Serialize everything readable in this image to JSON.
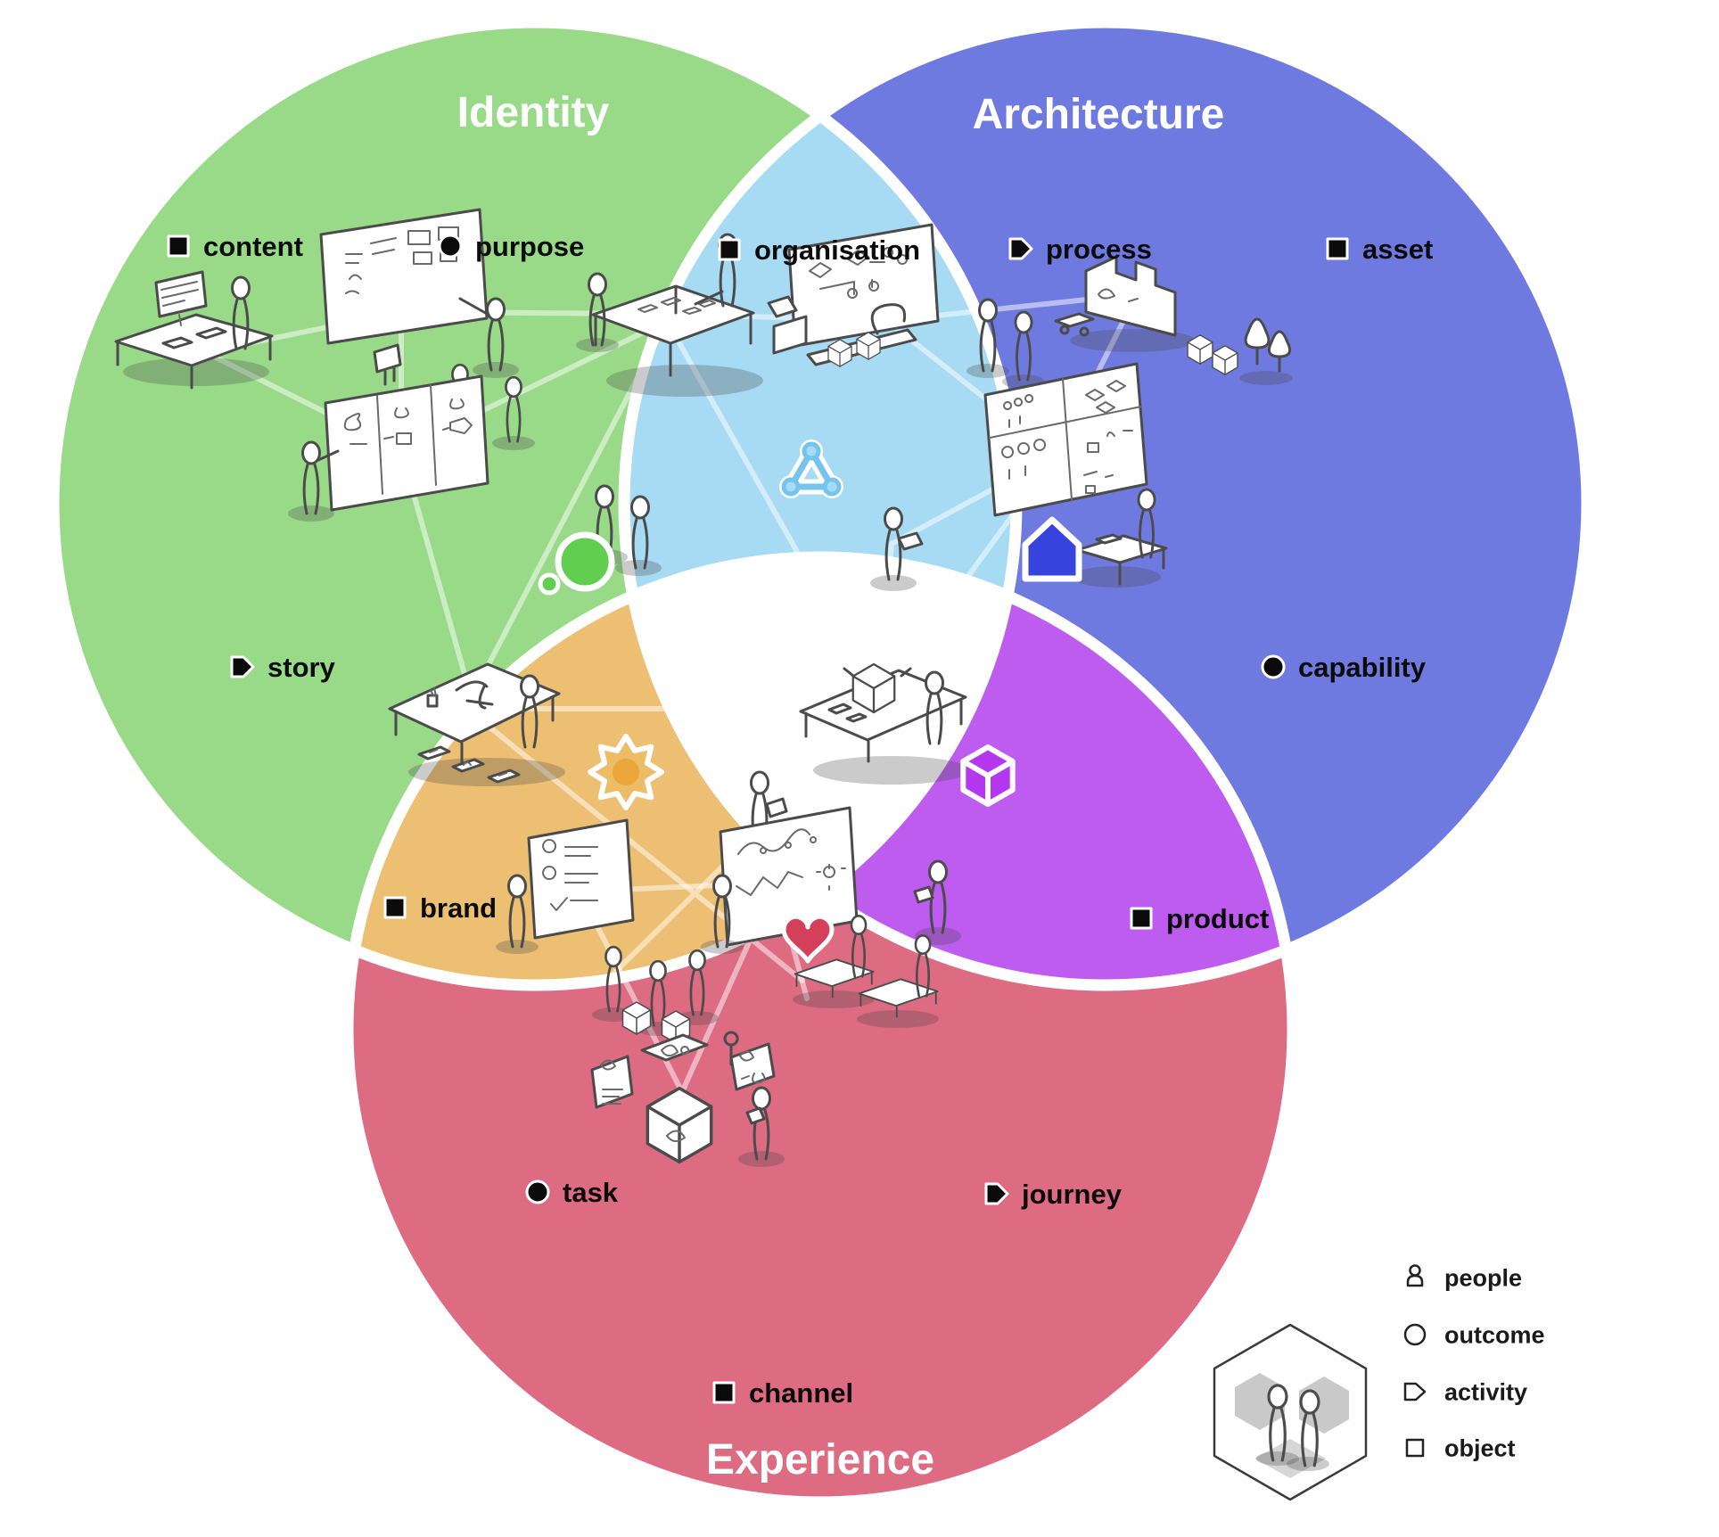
{
  "diagram": {
    "type": "venn",
    "circles": [
      {
        "id": "identity",
        "label": "Identity",
        "color": "#98da88",
        "icon": "outcome-bubble-icon",
        "icon_color": "#62ce50",
        "items": [
          {
            "label": "content",
            "marker": "object"
          },
          {
            "label": "purpose",
            "marker": "outcome"
          },
          {
            "label": "story",
            "marker": "activity"
          }
        ]
      },
      {
        "id": "architecture",
        "label": "Architecture",
        "color": "#6f7ae1",
        "icon": "house-pentagon-icon",
        "icon_color": "#3643dc",
        "items": [
          {
            "label": "process",
            "marker": "activity"
          },
          {
            "label": "asset",
            "marker": "object"
          },
          {
            "label": "capability",
            "marker": "outcome"
          }
        ]
      },
      {
        "id": "experience",
        "label": "Experience",
        "color": "#dd6b82",
        "icon": "heart-icon",
        "icon_color": "#d4405c",
        "items": [
          {
            "label": "task",
            "marker": "outcome"
          },
          {
            "label": "journey",
            "marker": "activity"
          },
          {
            "label": "channel",
            "marker": "object"
          }
        ]
      }
    ],
    "overlaps": [
      {
        "id": "organisation",
        "label": "organisation",
        "marker": "object",
        "between": [
          "Identity",
          "Architecture"
        ],
        "color": "#a7daf3",
        "icon": "network-triangle-icon",
        "icon_color": "#74c4ee"
      },
      {
        "id": "brand",
        "label": "brand",
        "marker": "object",
        "between": [
          "Identity",
          "Experience"
        ],
        "color": "#ecbf72",
        "icon": "sun-icon",
        "icon_color": "#eca73b"
      },
      {
        "id": "product",
        "label": "product",
        "marker": "object",
        "between": [
          "Architecture",
          "Experience"
        ],
        "color": "#bd5cef",
        "icon": "cube-icon",
        "icon_color": "#b637f0"
      }
    ],
    "center_color": "#ffffff"
  },
  "legend": {
    "items": [
      {
        "icon": "person-outline-icon",
        "label": "people"
      },
      {
        "icon": "circle-outline-icon",
        "label": "outcome"
      },
      {
        "icon": "pentagon-outline-icon",
        "label": "activity"
      },
      {
        "icon": "square-outline-icon",
        "label": "object"
      }
    ]
  }
}
